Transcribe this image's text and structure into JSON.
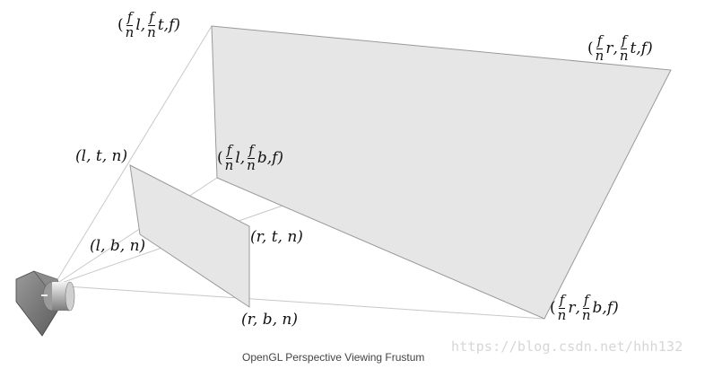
{
  "diagram": {
    "caption": "OpenGL Perspective Viewing Frustum",
    "watermark": "https://blog.csdn.net/hhh132",
    "labels": {
      "far_top_left": {
        "pre": "(",
        "parts": [
          "f/n",
          "l",
          ",",
          "f/n",
          "t",
          ",f)"
        ]
      },
      "far_top_right": {
        "pre": "(",
        "parts": [
          "f/n",
          "r",
          ",",
          "f/n",
          "t",
          ",f)"
        ]
      },
      "far_bottom_left": {
        "pre": "(",
        "parts": [
          "f/n",
          "l",
          ",",
          "f/n",
          "b",
          ",f)"
        ]
      },
      "far_bottom_right": {
        "pre": "(",
        "parts": [
          "f/n",
          "r",
          ",",
          "f/n",
          "b",
          ",f)"
        ]
      },
      "near_top_left": "(l, t, n)",
      "near_bottom_left": "(l, b, n)",
      "near_top_right": "(r, t, n)",
      "near_bottom_right": "(r, b, n)"
    },
    "fraction": {
      "numerator": "f",
      "denominator": "n"
    },
    "colors": {
      "plane_fill": "#e6e6e6",
      "plane_stroke": "#9a9a9a",
      "ray_stroke": "#c8c8c8"
    },
    "icons": [
      "camera-icon"
    ]
  }
}
